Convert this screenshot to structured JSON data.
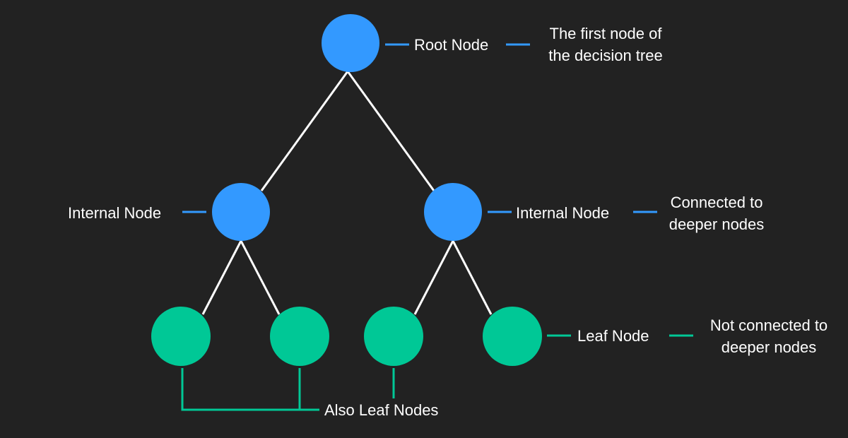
{
  "colors": {
    "background": "#222222",
    "internal_node": "#3399ff",
    "leaf_node": "#00c896",
    "edge": "#ffffff",
    "internal_callout": "#3399ff",
    "leaf_callout": "#00c896",
    "text": "#ffffff"
  },
  "labels": {
    "root": "Root Node",
    "root_desc_1": "The first node of",
    "root_desc_2": "the decision tree",
    "internal_left": "Internal Node",
    "internal_right": "Internal Node",
    "internal_desc_1": "Connected to",
    "internal_desc_2": "deeper nodes",
    "leaf": "Leaf Node",
    "leaf_desc_1": "Not connected to",
    "leaf_desc_2": "deeper nodes",
    "also_leaf": "Also Leaf Nodes"
  }
}
